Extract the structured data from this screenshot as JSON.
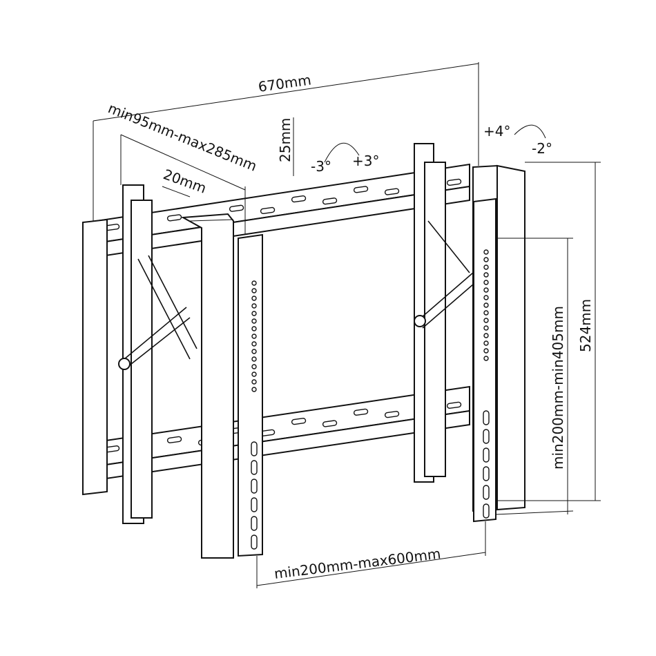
{
  "diagram": {
    "dimensions": {
      "overall_width": "670mm",
      "arm_spacing": "min95mm-max285mm",
      "adjust_offset": "20mm",
      "depth_adjust": "25mm",
      "tilt_minus": "-3°",
      "tilt_plus": "+3°",
      "pitch_plus": "+4°",
      "pitch_minus": "-2°",
      "overall_height": "524mm",
      "vertical_range": "min200mm-min405mm",
      "horizontal_range": "min200mm-max600mm"
    }
  }
}
